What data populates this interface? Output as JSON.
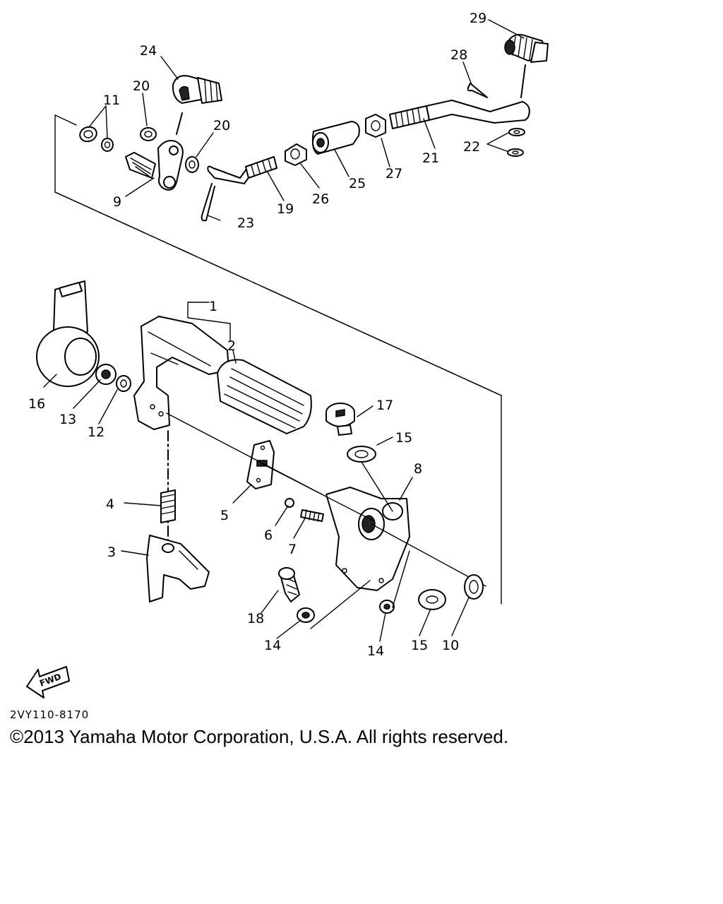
{
  "diagram": {
    "code": "2VY110-8170",
    "fwd_label": "FWD",
    "callouts": [
      "1",
      "2",
      "3",
      "4",
      "5",
      "6",
      "7",
      "8",
      "9",
      "10",
      "11",
      "12",
      "13",
      "14",
      "14",
      "15",
      "15",
      "16",
      "17",
      "18",
      "19",
      "20",
      "20",
      "21",
      "22",
      "23",
      "24",
      "25",
      "26",
      "27",
      "28",
      "29"
    ]
  },
  "footer": {
    "copyright": "©2013 Yamaha Motor Corporation, U.S.A. All rights reserved."
  }
}
